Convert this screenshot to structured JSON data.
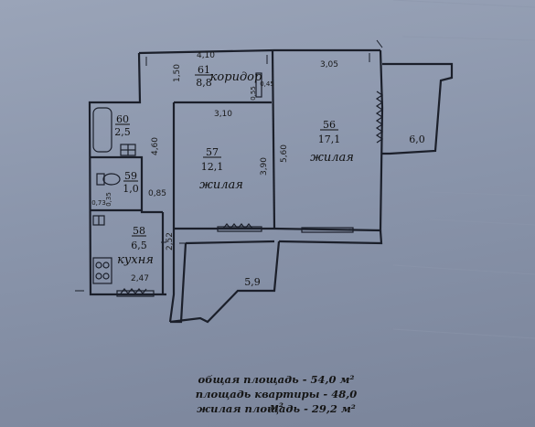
{
  "rooms": [
    {
      "id": "60",
      "area": "2,5",
      "name": ""
    },
    {
      "id": "59",
      "area": "1,0",
      "name": ""
    },
    {
      "id": "58",
      "area": "6,5",
      "name": "кухня"
    },
    {
      "id": "57",
      "area": "12,1",
      "name": "жилая"
    },
    {
      "id": "56",
      "area": "17,1",
      "name": "жилая"
    },
    {
      "id": "61",
      "area": "8,8",
      "name": "коридор"
    }
  ],
  "balconies": [
    "6,0",
    "5,9"
  ],
  "dimensions": {
    "corridor_top": "4,10",
    "room56_top": "3,05",
    "room57_top": "3,10",
    "corridor_left": "1,50",
    "bath_height": "4,60",
    "room57_height": "3,90",
    "room56_height": "5,60",
    "wc_width": "0,85",
    "kitchen_height": "2,52",
    "kitchen_width": "2,47",
    "corridor_small_1": "0,45",
    "corridor_small_2": "0,55",
    "wc_small_1": "0,73",
    "wc_small_2": "0,35"
  },
  "summary": {
    "total": "общая площадь - 54,0 м²",
    "apartment": "площадь квартиры - 48,0 м²",
    "living": "жилая площадь - 29,2 м²"
  }
}
